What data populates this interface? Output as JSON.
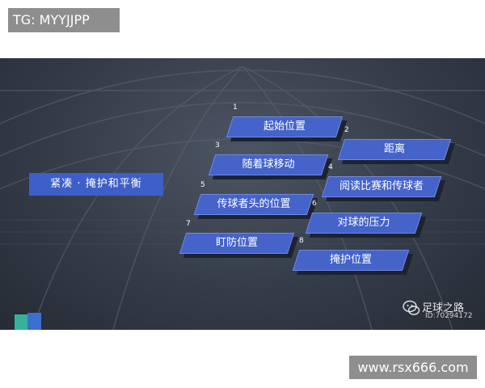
{
  "top_badge": "TG: MYYJJPP",
  "slide": {
    "title": "紧凑 · 掩护和平衡",
    "steps": [
      {
        "num": "1",
        "label": "起始位置"
      },
      {
        "num": "2",
        "label": "距离"
      },
      {
        "num": "3",
        "label": "随着球移动"
      },
      {
        "num": "4",
        "label": "阅读比赛和传球者"
      },
      {
        "num": "5",
        "label": "传球者头的位置"
      },
      {
        "num": "6",
        "label": "对球的压力"
      },
      {
        "num": "7",
        "label": "盯防位置"
      },
      {
        "num": "8",
        "label": "掩护位置"
      }
    ],
    "watermark": {
      "name": "足球之路",
      "id": "ID:70294172"
    }
  },
  "bottom_badge": "www.rsx666.com",
  "colors": {
    "accent": "#4563c9",
    "background": "#353c49"
  }
}
